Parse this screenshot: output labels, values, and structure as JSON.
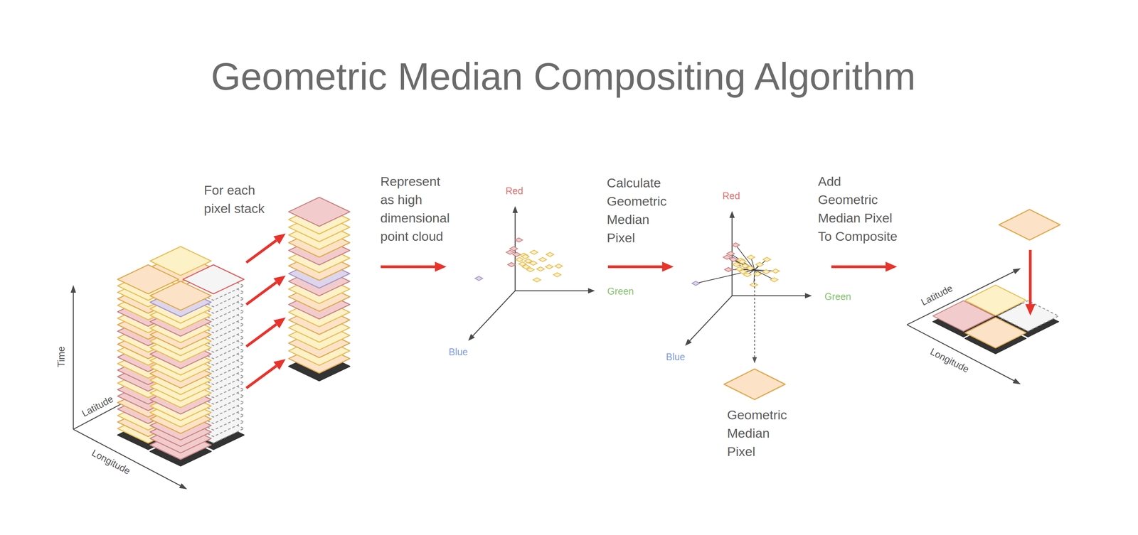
{
  "diagram": {
    "title": "Geometric Median Compositing Algorithm",
    "labels": [
      "For each pixel stack",
      "Represent as high dimensional point cloud",
      "Red",
      "Green",
      "Blue",
      "Calculate Geometric Median Pixel",
      "Red",
      "Green",
      "Blue",
      "Geometric Median Pixel",
      "Add Geometric Median Pixel To Composite",
      "Latitude",
      "Longitude",
      "Time",
      "Latitude",
      "Longitude"
    ]
  }
}
